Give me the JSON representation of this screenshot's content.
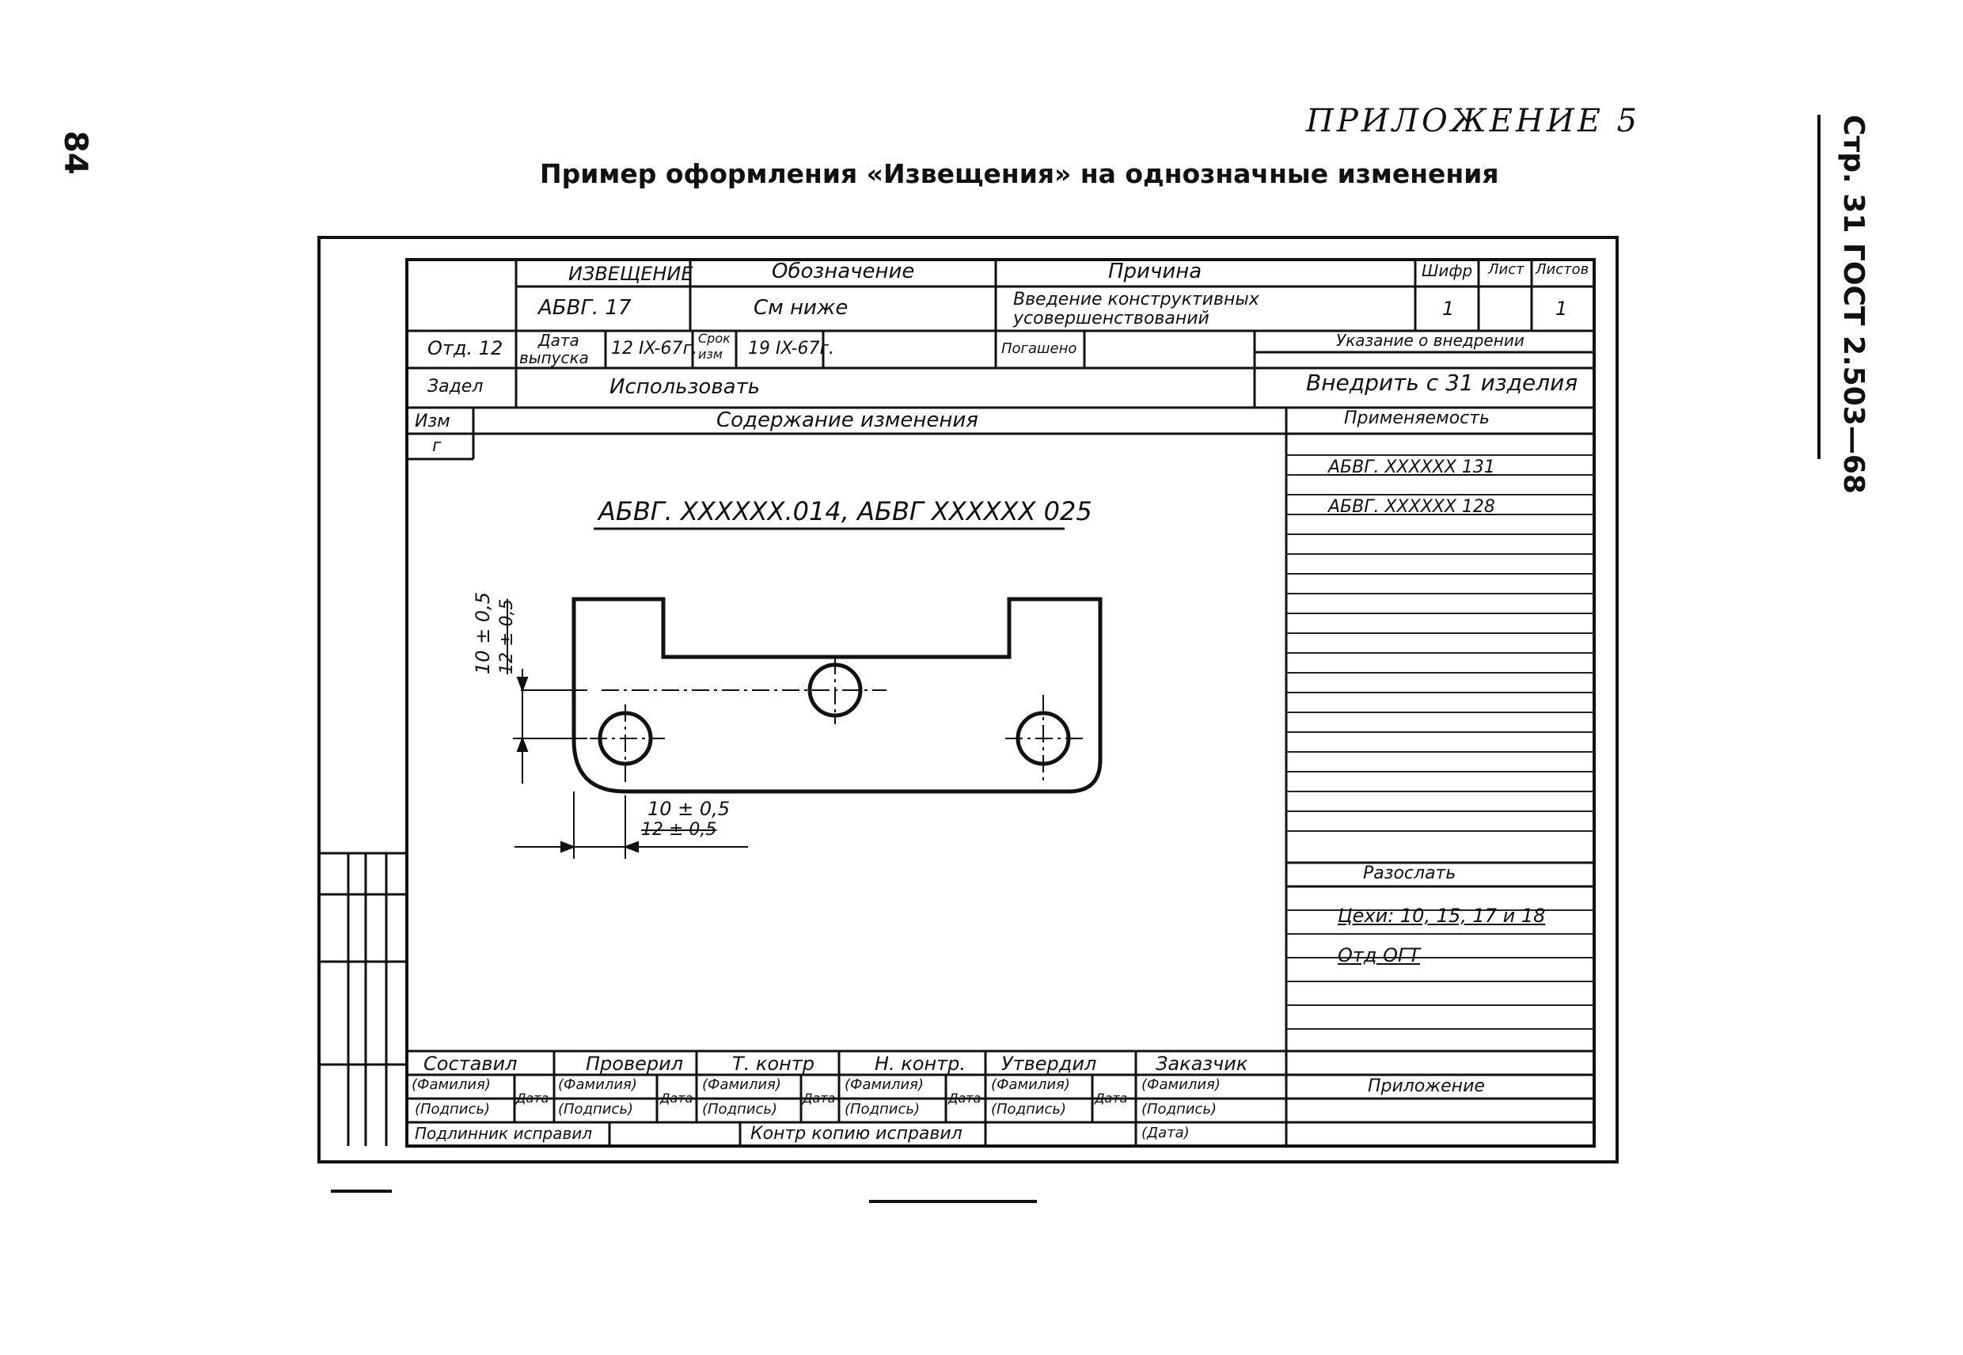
{
  "page_number": "84",
  "appendix_title": "ПРИЛОЖЕНИЕ 5",
  "heading": "Пример оформления «Извещения» на однозначные изменения",
  "side_label": "Стр. 31 ГОСТ 2.503—68",
  "form": {
    "header": {
      "notice_label": "ИЗВЕЩЕНИЕ",
      "notice_value": "АБВГ. 17",
      "designation_label": "Обозначение",
      "designation_value": "См ниже",
      "reason_label": "Причина",
      "reason_value_1": "Введение конструктивных",
      "reason_value_2": "усовершенствований",
      "code_label": "Шифр",
      "code_value": "1",
      "sheet_label": "Лист",
      "sheet_value": "",
      "sheets_label": "Листов",
      "sheets_value": "1"
    },
    "row2": {
      "dept": "Отд. 12",
      "issue_date_label_1": "Дата",
      "issue_date_label_2": "выпуска",
      "issue_date_value": "12 IX-67г.",
      "change_term_label_1": "Срок",
      "change_term_label_2": "изм",
      "change_term_value": "19 IX-67г.",
      "repaid_label": "Погашено",
      "implementation_label": "Указание о внедрении"
    },
    "row3": {
      "backlog_label": "Задел",
      "backlog_value": "Использовать",
      "implementation_value": "Внедрить с 31 изделия"
    },
    "row4": {
      "change_label": "Изм",
      "change_value": "г",
      "content_label": "Содержание изменения",
      "applicability_label": "Применяемость"
    },
    "drawing": {
      "title": "АБВГ. XXXXXX.014, АБВГ XXXXXX 025",
      "dim_vertical_new": "10 ± 0,5",
      "dim_vertical_old": "12 ± 0,5",
      "dim_horizontal_new": "10 ± 0,5",
      "dim_horizontal_old": "12 ± 0,5"
    },
    "applicability": [
      "АБВГ. XXXXXX 131",
      "АБВГ. XXXXXX 128"
    ],
    "distribution": {
      "label": "Разослать",
      "line1": "Цехи: 10, 15, 17 и 18",
      "line2": "Отд ОГТ"
    },
    "signatures": {
      "compiled": "Составил",
      "checked": "Проверил",
      "t_control": "Т. контр",
      "n_control": "Н. контр.",
      "approved": "Утвердил",
      "customer": "Заказчик",
      "surname": "(Фамилия)",
      "signature": "(Подпись)",
      "date": "Дата",
      "date_paren": "(Дата)",
      "original_fixed": "Подлинник исправил",
      "copy_fixed": "Контр копию исправил",
      "attachment": "Приложение"
    }
  }
}
